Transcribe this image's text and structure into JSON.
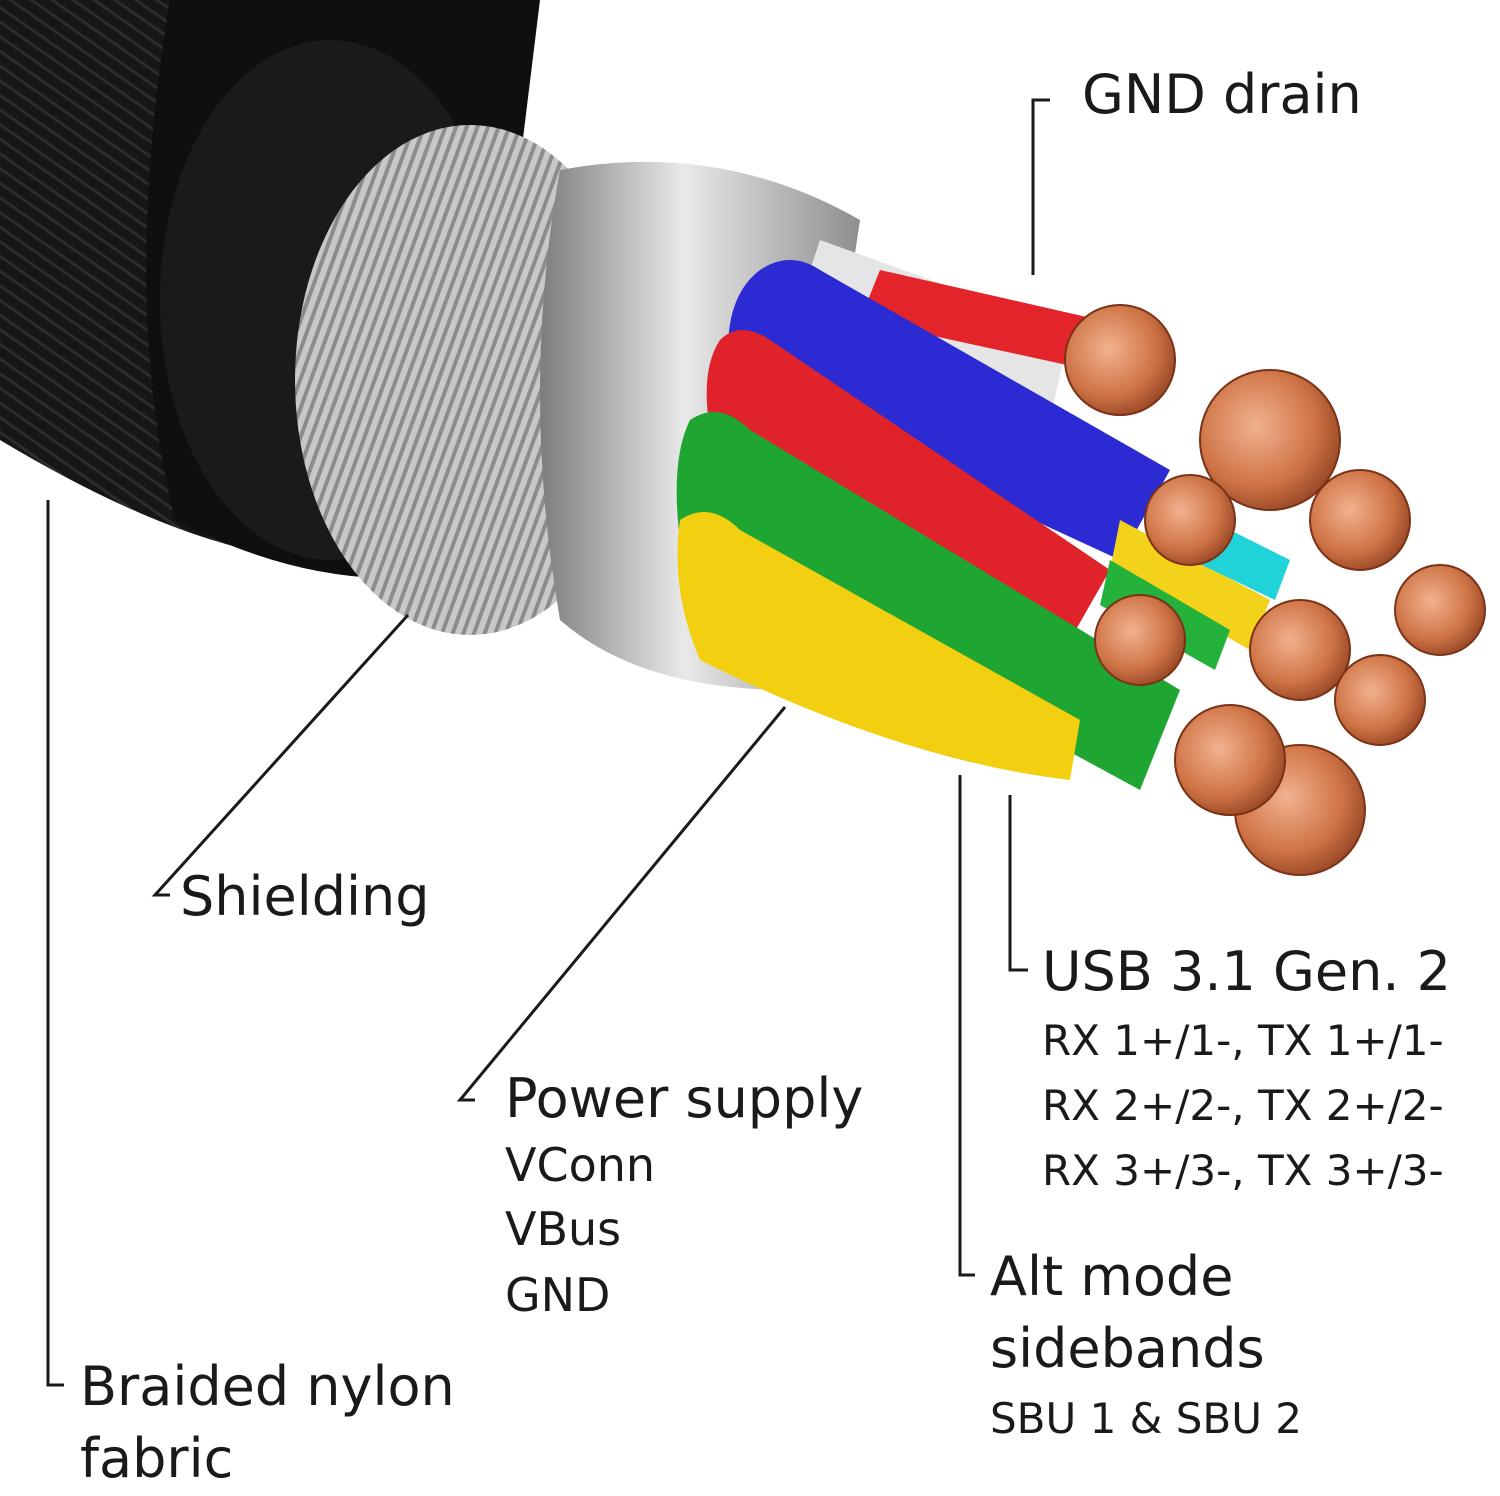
{
  "labels": {
    "gnd_drain": "GND drain",
    "shielding": "Shielding",
    "power": {
      "title": "Power  supply",
      "lines": [
        "VConn",
        "VBus",
        "GND"
      ]
    },
    "usb": {
      "title": "USB 3.1 Gen. 2",
      "lines": [
        "RX 1+/1-, TX 1+/1-",
        "RX 2+/2-, TX 2+/2-",
        "RX 3+/3-, TX 3+/3-"
      ]
    },
    "alt_mode": {
      "title_1": "Alt mode",
      "title_2": "sidebands",
      "sub": "SBU 1 & SBU 2"
    },
    "braided": {
      "line_1": "Braided nylon",
      "line_2": "fabric"
    }
  },
  "colors": {
    "jacket": "#151515",
    "sleeve": "#0e0e0e",
    "shield": "#b9b9b9",
    "foil": "#9a9a9a",
    "blue": "#2d2bd6",
    "red": "#e0232a",
    "green": "#1fa531",
    "yellow": "#f2cf10",
    "white": "#e8e8e8",
    "cyan": "#1fd3d8",
    "copper": "#d27a4e"
  }
}
